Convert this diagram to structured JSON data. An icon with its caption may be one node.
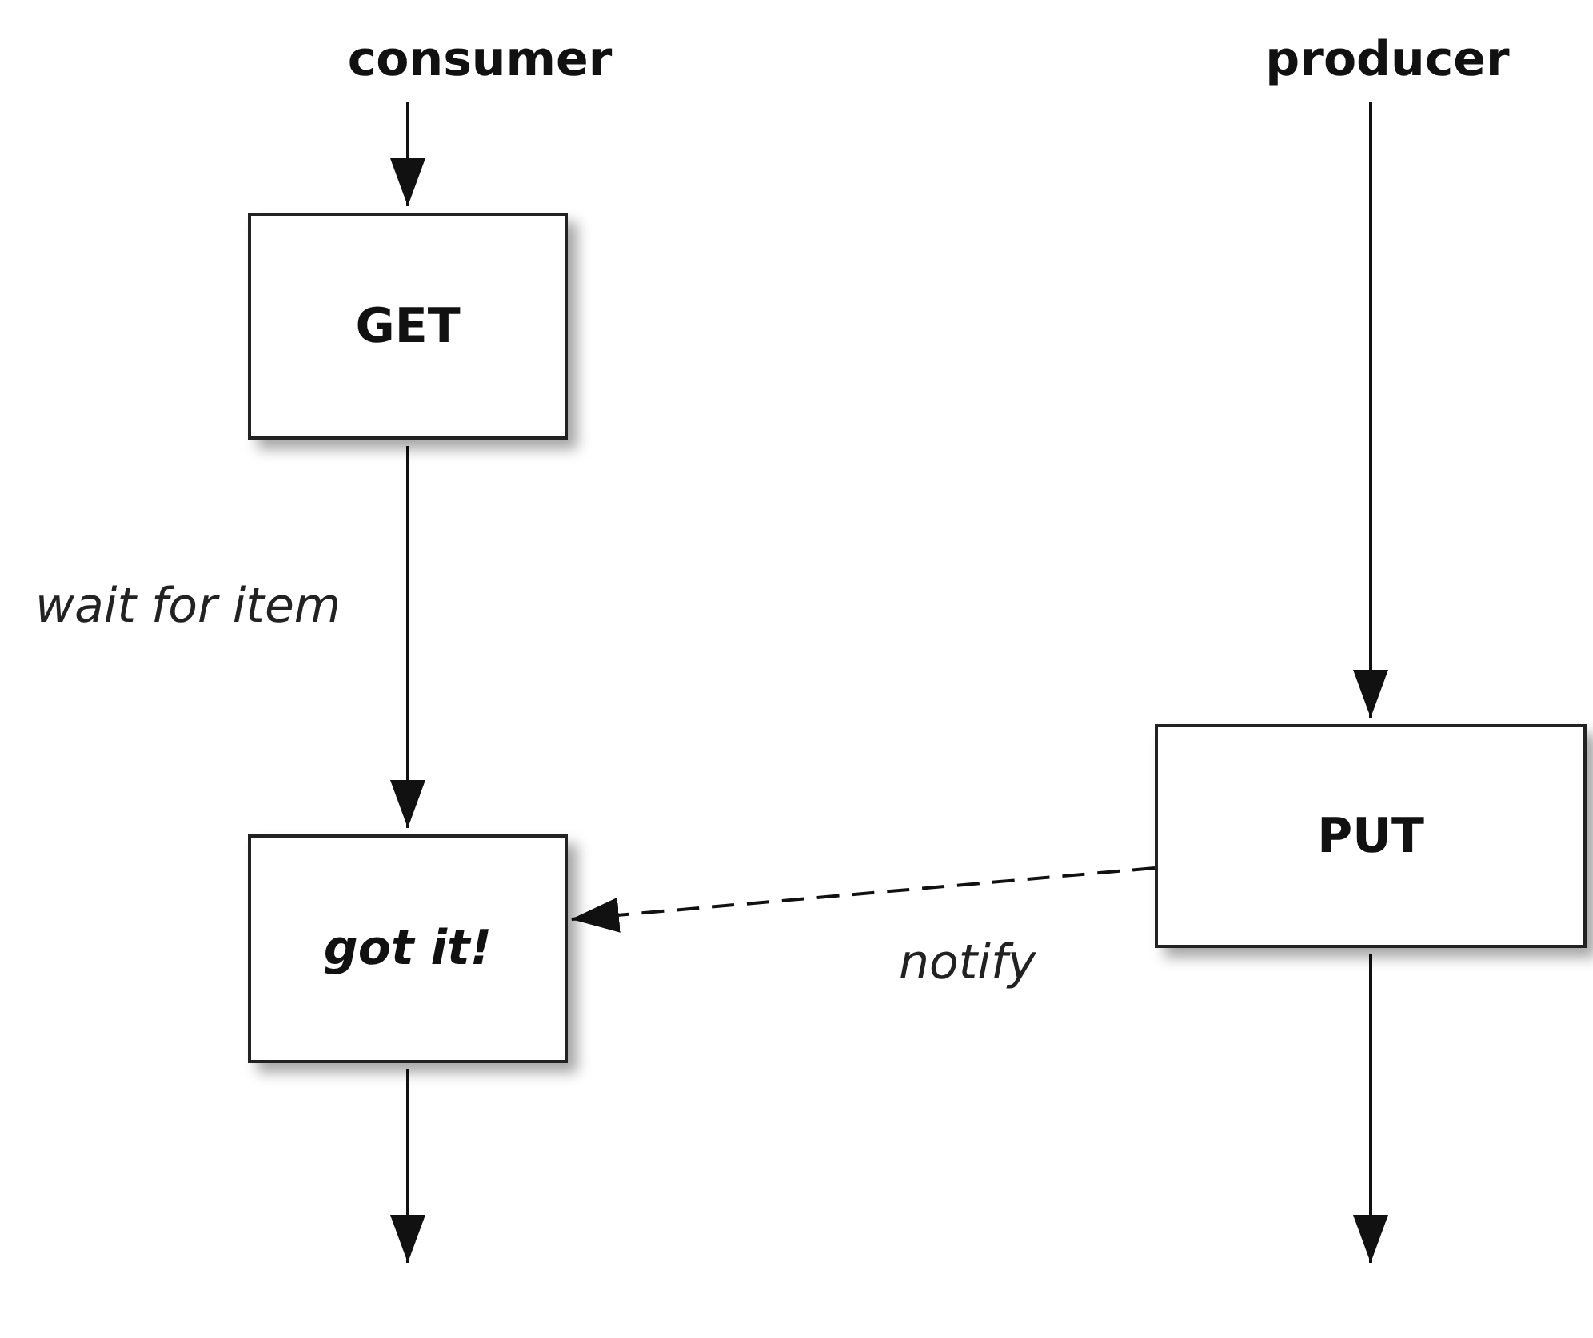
{
  "diagram": {
    "nodes": [
      {
        "text": [
          "consumer"
        ]
      },
      {
        "text": [
          "GET"
        ]
      },
      {
        "text": [
          "got it!"
        ]
      },
      {
        "text": [
          "producer"
        ]
      },
      {
        "text": [
          "PUT"
        ]
      }
    ],
    "edges": [
      {
        "from": 0,
        "to": 1,
        "arrow": "to"
      },
      {
        "from": 1,
        "to": 2,
        "arrow": "to",
        "label": "wait for item"
      },
      {
        "from": 2,
        "to": null,
        "arrow": "to"
      },
      {
        "from": 3,
        "to": 4,
        "arrow": "to"
      },
      {
        "from": 4,
        "to": 2,
        "arrow": "to",
        "label": "notify",
        "style": "dashed"
      },
      {
        "from": 4,
        "to": null,
        "arrow": "to"
      }
    ]
  }
}
